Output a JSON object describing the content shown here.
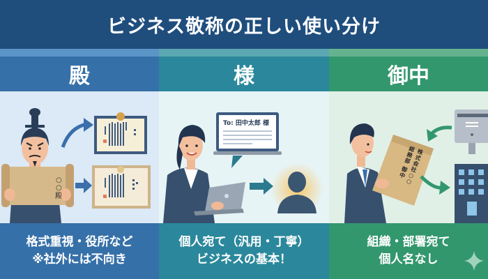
{
  "title": "ビジネス敬称の正しい使い分け",
  "colors": {
    "title_bg": "#1f4e7d",
    "col1_accent": "#5b95c8",
    "col1_band": "#3670a8",
    "col1_illus_bg": "#dce9f6",
    "col2_accent": "#5ba8b2",
    "col2_band": "#2b889c",
    "col2_illus_bg": "#e7f4f6",
    "col3_accent": "#65b38e",
    "col3_band": "#33976e",
    "col3_illus_bg": "#e1f0e7"
  },
  "columns": [
    {
      "label": "殿",
      "scroll_text": "○○殿",
      "illustration": [
        "samurai-official",
        "scroll",
        "formal-certificate",
        "ornate-certificate",
        "arrow"
      ],
      "description_lines": [
        "格式重視・役所など",
        "※社外には不向き"
      ]
    },
    {
      "label": "様",
      "email_to": "To: 田中太郎 様",
      "illustration": [
        "businesswoman",
        "laptop",
        "email-window",
        "person-silhouette",
        "arrow"
      ],
      "description_lines": [
        "個人宛て（汎用・丁寧）",
        "ビジネスの基本！"
      ]
    },
    {
      "label": "御中",
      "envelope_text": [
        "株式会社○○",
        "総務部 御中"
      ],
      "illustration": [
        "businessman",
        "envelope",
        "mailbox",
        "office-building",
        "arrow"
      ],
      "description_lines": [
        "組織・部署宛て",
        "個人名なし"
      ],
      "decoration": "sparkle-icon"
    }
  ]
}
